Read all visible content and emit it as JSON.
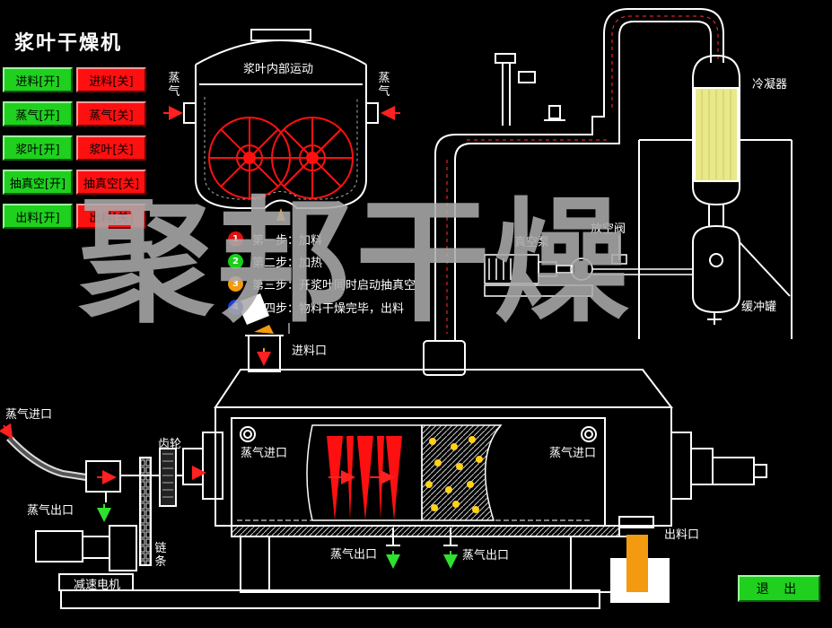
{
  "title": "浆叶干燥机",
  "buttons": [
    {
      "on": "进料[开]",
      "off": "进料[关]"
    },
    {
      "on": "蒸气[开]",
      "off": "蒸气[关]"
    },
    {
      "on": "浆叶[开]",
      "off": "浆叶[关]"
    },
    {
      "on": "抽真空[开]",
      "off": "抽真空[关]"
    },
    {
      "on": "出料[开]",
      "off": "出料[关]"
    }
  ],
  "exit_label": "退 出",
  "top_vessel_label": "浆叶内部运动",
  "steam_left": "蒸气",
  "steam_right": "蒸气",
  "steps": [
    {
      "num": "1",
      "text": "第一步：加料",
      "color": "#e01010"
    },
    {
      "num": "2",
      "text": "第二步：加热",
      "color": "#18d018"
    },
    {
      "num": "3",
      "text": "第三步：开浆叶同时启动抽真空",
      "color": "#f39a10"
    },
    {
      "num": "4",
      "text": "第四步：物料干燥完毕，出料",
      "color": "#1a3fd8"
    }
  ],
  "labels": {
    "condenser": "冷凝器",
    "vacuum_pump": "真空泵",
    "vent_valve": "放空阀",
    "buffer_tank": "缓冲罐",
    "feed_inlet": "进料口",
    "steam_inlet_left": "蒸气进口",
    "steam_outlet_left": "蒸气出口",
    "gear": "齿轮",
    "chain": "链条",
    "reducer_motor": "减速电机",
    "inner_steam_inlet_left": "蒸气进口",
    "inner_steam_inlet_right": "蒸气进口",
    "steam_outlet_mid1": "蒸气出口",
    "steam_outlet_mid2": "蒸气出口",
    "discharge": "出料口"
  },
  "watermark": "聚邦干燥",
  "colors": {
    "on": "#1fd01f",
    "off": "#ff1010",
    "blade": "#ff1010",
    "material": "#f39a10"
  }
}
